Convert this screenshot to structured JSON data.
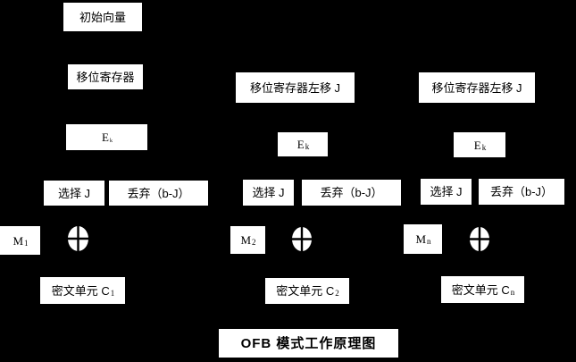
{
  "diagram": {
    "title": "OFB 模式工作原理图",
    "colors": {
      "background": "#000000",
      "box_background": "#ffffff",
      "box_text": "#000000"
    },
    "col1": {
      "initial_vector": "初始向量",
      "shift_register": "移位寄存器",
      "cipher_base": "E",
      "cipher_sub": "k",
      "select": "选择 J",
      "discard": "丢弃（b-J）",
      "message_base": "M",
      "message_sub": "1",
      "xor_icon": "xor-plus-circle",
      "ciphertext_base": "密文单元 C",
      "ciphertext_sub": "1"
    },
    "col2": {
      "shift_register": "移位寄存器左移 J",
      "cipher_base": "E",
      "cipher_sub": "k",
      "select": "选择 J",
      "discard": "丢弃（b-J）",
      "message_base": "M",
      "message_sub": "2",
      "xor_icon": "xor-plus-circle",
      "ciphertext_base": "密文单元 C",
      "ciphertext_sub": "2"
    },
    "col3": {
      "shift_register": "移位寄存器左移 J",
      "cipher_base": "E",
      "cipher_sub": "k",
      "select": "选择 J",
      "discard": "丢弃（b-J）",
      "message_base": "M",
      "message_sub": "n",
      "xor_icon": "xor-plus-circle",
      "ciphertext_base": "密文单元 C",
      "ciphertext_sub": "n"
    }
  }
}
